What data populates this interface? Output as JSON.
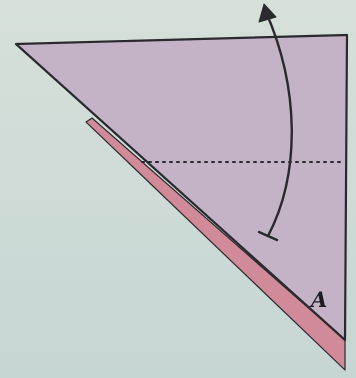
{
  "diagram": {
    "label_corner": "A",
    "colors": {
      "background": "#c9d8d3",
      "paper": "#c4b2c6",
      "under_flap": "#d08a9a",
      "outline": "#2a2a2e"
    },
    "arrow": {
      "type": "curved-fold-arrow",
      "direction": "up"
    },
    "fold_line": {
      "style": "dotted",
      "orientation": "horizontal"
    }
  }
}
